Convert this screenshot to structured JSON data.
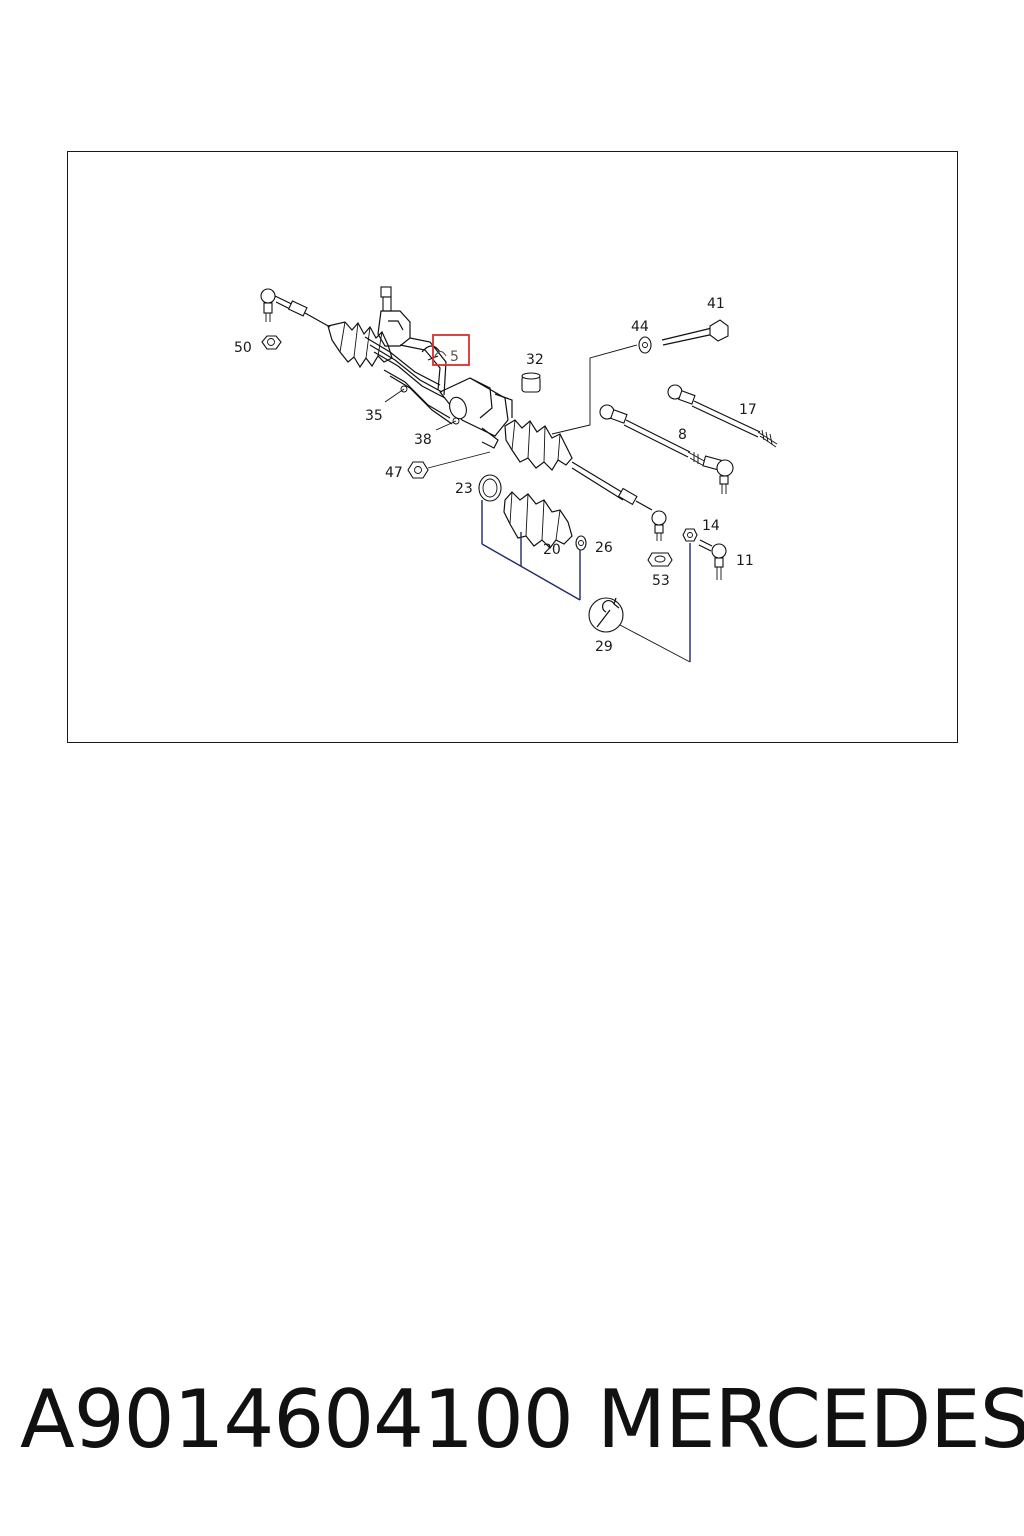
{
  "diagram": {
    "highlight_color": "#d93030",
    "line_color": "#111111",
    "leader_color": "#1f2a66",
    "highlighted_callout": "5",
    "callouts": {
      "c41": "41",
      "c44": "44",
      "c50": "50",
      "c5": "5",
      "c32": "32",
      "c17": "17",
      "c35": "35",
      "c8": "8",
      "c38": "38",
      "c47": "47",
      "c23": "23",
      "c14": "14",
      "c20": "20",
      "c26": "26",
      "c11": "11",
      "c53": "53",
      "c29": "29"
    }
  },
  "footer": {
    "part_number": "A9014604100",
    "brand": "MERCEDES"
  }
}
